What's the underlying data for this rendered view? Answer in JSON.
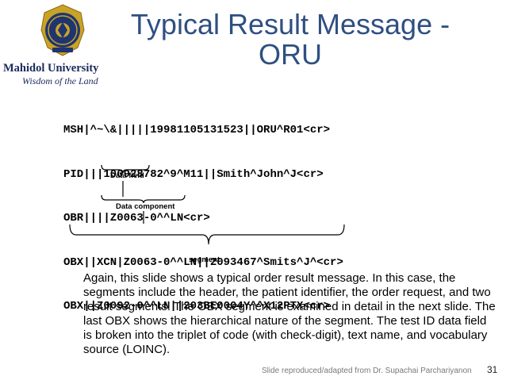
{
  "header": {
    "title": "Typical Result Message - ORU",
    "university": "Mahidol University",
    "motto": "Wisdom of the Land"
  },
  "message_lines": [
    "MSH|^~\\&|||||19981105131523||ORU^R01<cr>",
    "PID|||100928782^9^M11||Smith^John^J<cr>",
    "OBR||||Z0063-0^^LN<cr>",
    "OBX||XCN|Z0063-0^^LN||2093467^Smits^J^<cr>",
    "OBX||Z0092-0^^LN||203BE0004Y^^X12PTX<cr>"
  ],
  "annotations": {
    "data_field": "Data field",
    "data_component": "Data component",
    "segment": "segment"
  },
  "description": "Again, this slide shows a typical order result message.  In this case, the segments include the header, the patient identifier, the order request, and two result segments.  The OBX segment is examined in detail in the next slide.  The last OBX shows the hierarchical nature of the segment.  The test ID data field is broken into the triplet of code (with check-digit), text name, and vocabulary source (LOINC).",
  "footer": {
    "credit": "Slide reproduced/adapted from Dr. Supachai Parchariyanon",
    "page_number": "31"
  },
  "colors": {
    "title": "#2f4f82",
    "university": "#1c2a5c",
    "footer": "#7a7a7a"
  }
}
